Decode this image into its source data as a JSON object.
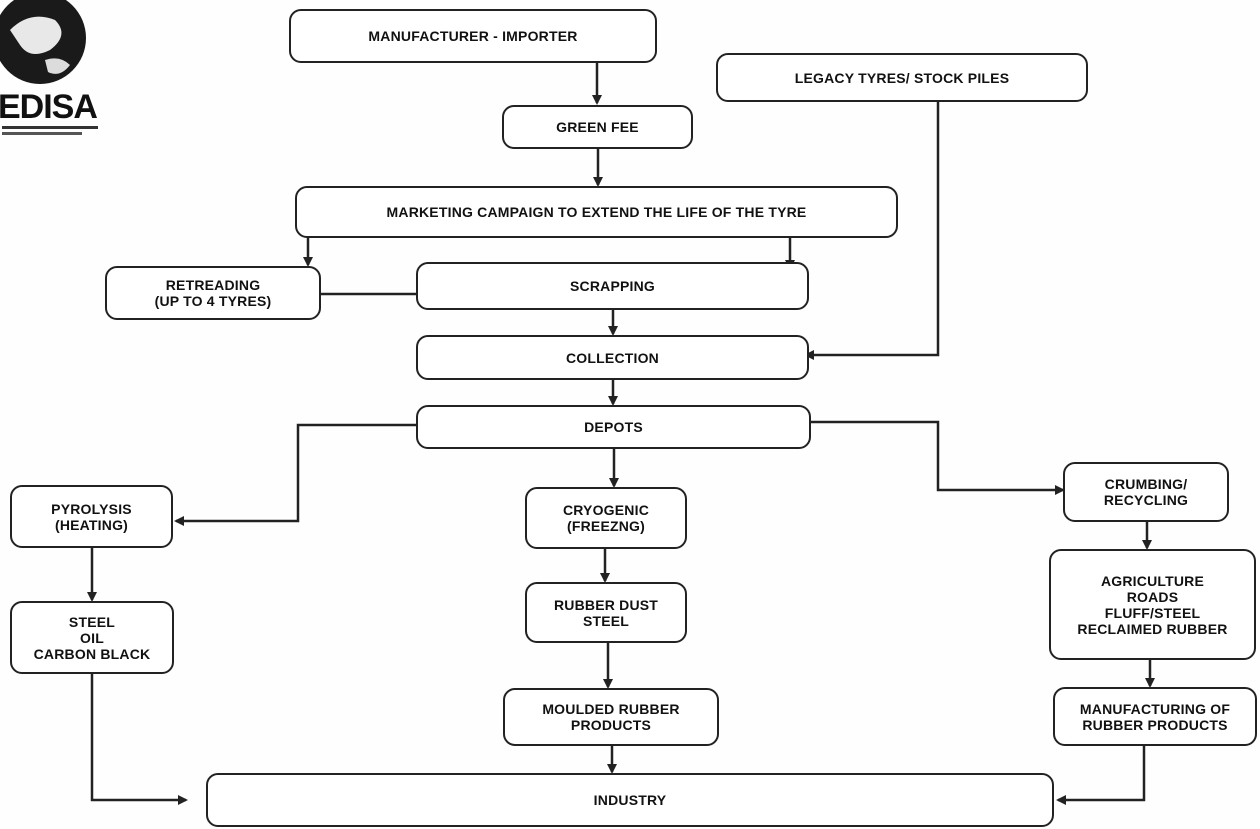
{
  "logo": {
    "text": "EDISA"
  },
  "nodes": {
    "manufacturer": "MANUFACTURER - IMPORTER",
    "legacy": "LEGACY TYRES/ STOCK PILES",
    "green_fee": "GREEN FEE",
    "marketing": "MARKETING CAMPAIGN TO EXTEND THE LIFE OF THE TYRE",
    "retreading": "RETREADING\n(UP TO 4 TYRES)",
    "scrapping": "SCRAPPING",
    "collection": "COLLECTION",
    "depots": "DEPOTS",
    "pyrolysis": "PYROLYSIS\n(HEATING)",
    "cryogenic": "CRYOGENIC\n(FREEZNG)",
    "crumbing": "CRUMBING/\nRECYCLING",
    "steel_oil": "STEEL\nOIL\nCARBON BLACK",
    "rubber_dust": "RUBBER DUST\nSTEEL",
    "agriculture": "AGRICULTURE\nROADS\nFLUFF/STEEL\nRECLAIMED RUBBER",
    "moulded": "MOULDED RUBBER\nPRODUCTS",
    "manufacturing": "MANUFACTURING OF\nRUBBER PRODUCTS",
    "industry": "INDUSTRY"
  }
}
